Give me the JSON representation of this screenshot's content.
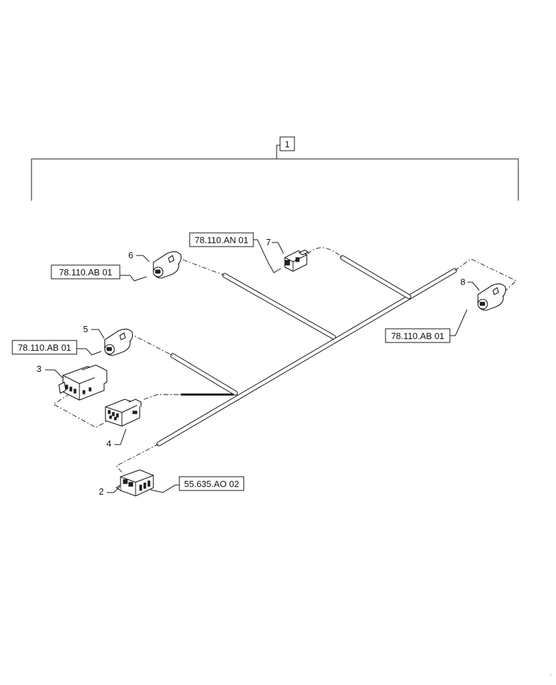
{
  "assembly": {
    "item_number": "1"
  },
  "callouts": {
    "c2": {
      "number": "2",
      "ref": "55.635.AO 02"
    },
    "c3": {
      "number": "3"
    },
    "c4": {
      "number": "4"
    },
    "c5": {
      "number": "5",
      "ref": "78.110.AB 01"
    },
    "c6": {
      "number": "6",
      "ref": "78.110.AB 01"
    },
    "c7": {
      "number": "7",
      "ref": "78.110.AN 01"
    },
    "c8": {
      "number": "8",
      "ref": "78.110.AB 01"
    }
  },
  "corner_mark": "`"
}
